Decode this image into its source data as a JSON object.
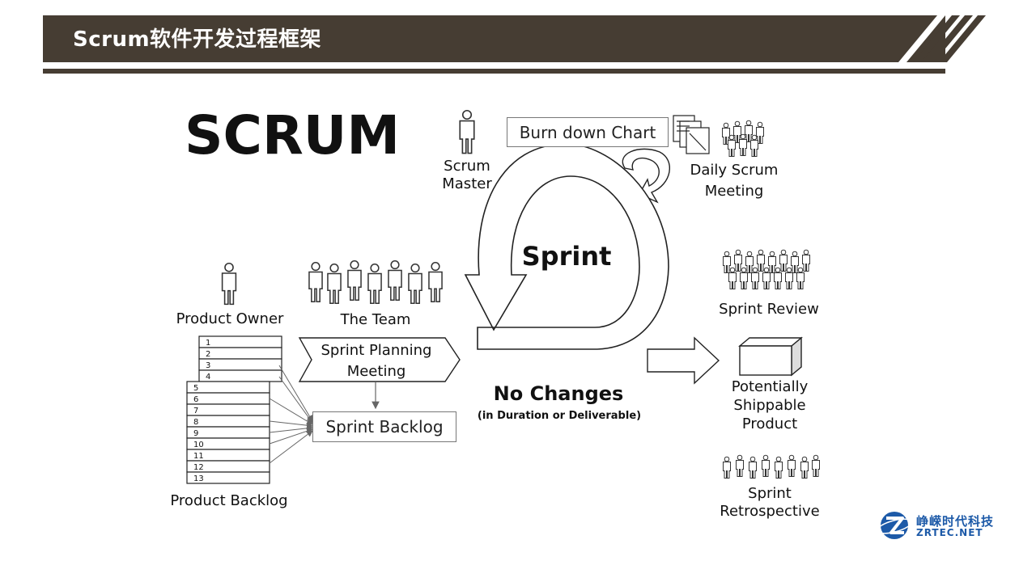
{
  "header": {
    "title": "Scrum软件开发过程框架"
  },
  "diagram": {
    "scrum_heading": "SCRUM",
    "scrum_master": [
      "Scrum",
      "Master"
    ],
    "burn_down_chart": "Burn down Chart",
    "daily_scrum": [
      "Daily Scrum",
      "Meeting"
    ],
    "sprint": "Sprint",
    "product_owner": "Product Owner",
    "the_team": "The Team",
    "sprint_planning": [
      "Sprint Planning",
      "Meeting"
    ],
    "sprint_backlog": "Sprint Backlog",
    "no_changes": "No Changes",
    "no_changes_note": "(in Duration or Deliverable)",
    "product_backlog": "Product Backlog",
    "backlog_items_top": [
      "1",
      "2",
      "3",
      "4"
    ],
    "backlog_items_bottom": [
      "5",
      "6",
      "7",
      "8",
      "9",
      "10",
      "11",
      "12",
      "13"
    ],
    "sprint_review": "Sprint Review",
    "potentially_shippable": [
      "Potentially",
      "Shippable",
      "Product"
    ],
    "sprint_retrospective": [
      "Sprint",
      "Retrospective"
    ]
  },
  "logo": {
    "cn": "峥嵘时代科技",
    "en": "ZRTEC.NET"
  },
  "colors": {
    "header": "#463d33",
    "logo": "#1d5aa8"
  }
}
